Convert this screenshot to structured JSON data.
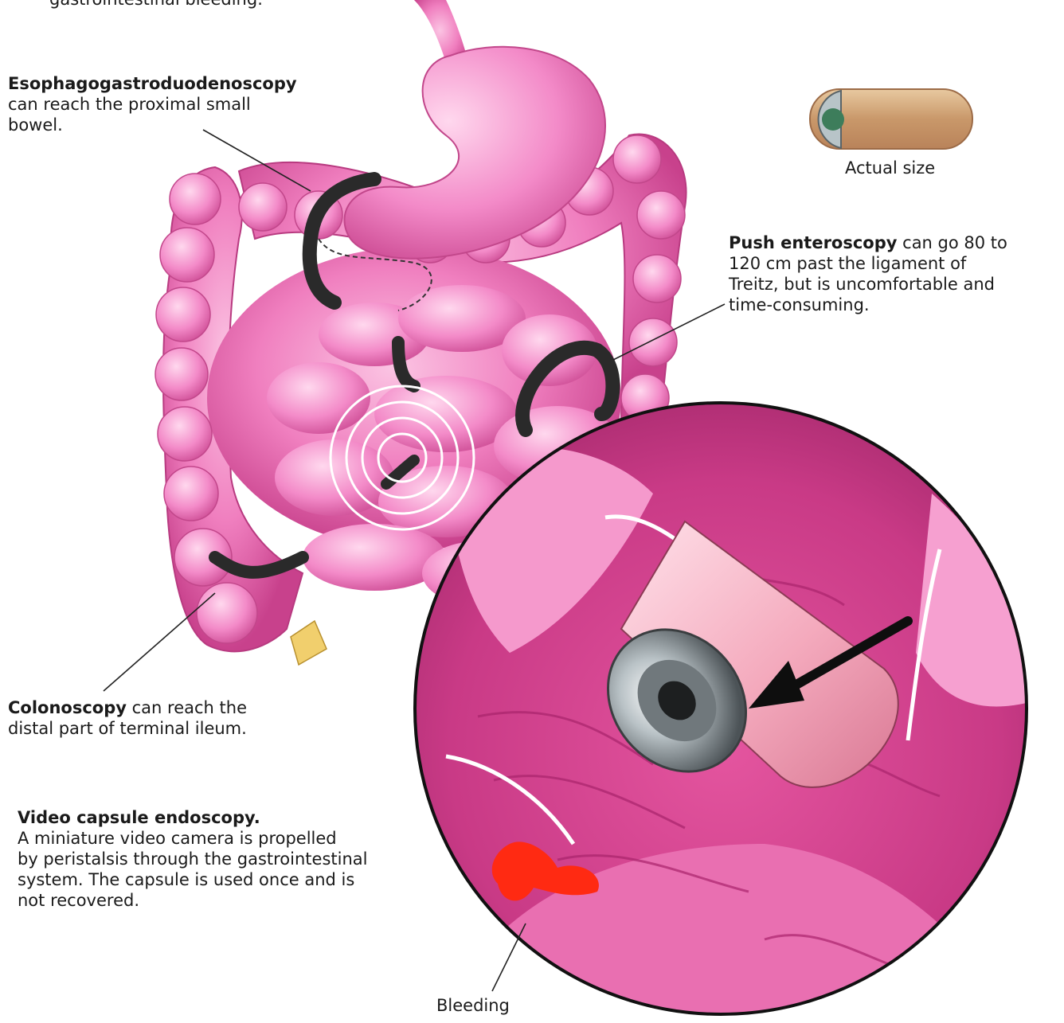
{
  "top_caption": "gastrointestinal bleeding.",
  "egd": {
    "bold": "Esophagogastroduodenoscopy",
    "rest": [
      "can reach the proximal small",
      "bowel."
    ]
  },
  "push": {
    "bold": "Push enteroscopy",
    "rest_first": " can go 80 to",
    "rest": [
      "120 cm past the ligament of",
      "Treitz, but is uncomfortable and",
      "time-consuming."
    ]
  },
  "colon": {
    "bold": "Colonoscopy",
    "rest_first": " can reach the",
    "rest": [
      "distal part of terminal ileum."
    ]
  },
  "capsule_note": {
    "bold": "Video capsule endoscopy.",
    "rest": [
      "A miniature video camera is propelled",
      "by peristalsis through the gastrointestinal",
      "system. The capsule is used once and is",
      "not recovered."
    ]
  },
  "actual_size": "Actual size",
  "bleeding": "Bleeding",
  "colors": {
    "tissue": "#f07fbf",
    "tissue_dark": "#d24b97",
    "tissue_light": "#f9bde0",
    "scope": "#2a2a2a",
    "blood": "#ff2a12",
    "leader": "#222222"
  }
}
